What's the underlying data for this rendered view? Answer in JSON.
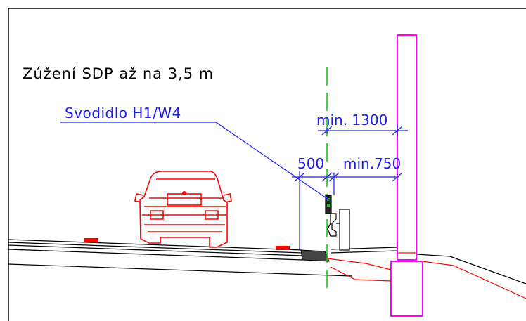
{
  "title": "Zúžení SDP až na 3,5 m",
  "barrier_label": "Svodidlo H1/W4",
  "dimensions": {
    "top": "min. 1300",
    "left": "500",
    "right": "min.750"
  },
  "colors": {
    "background": "#ffffff",
    "frame": "#000000",
    "dimension": "#1a1aff",
    "car": "#ff0000",
    "pillar": "#ff00ff",
    "axis": "#00cc00",
    "road": "#000000",
    "terrain": "#ff0000"
  }
}
